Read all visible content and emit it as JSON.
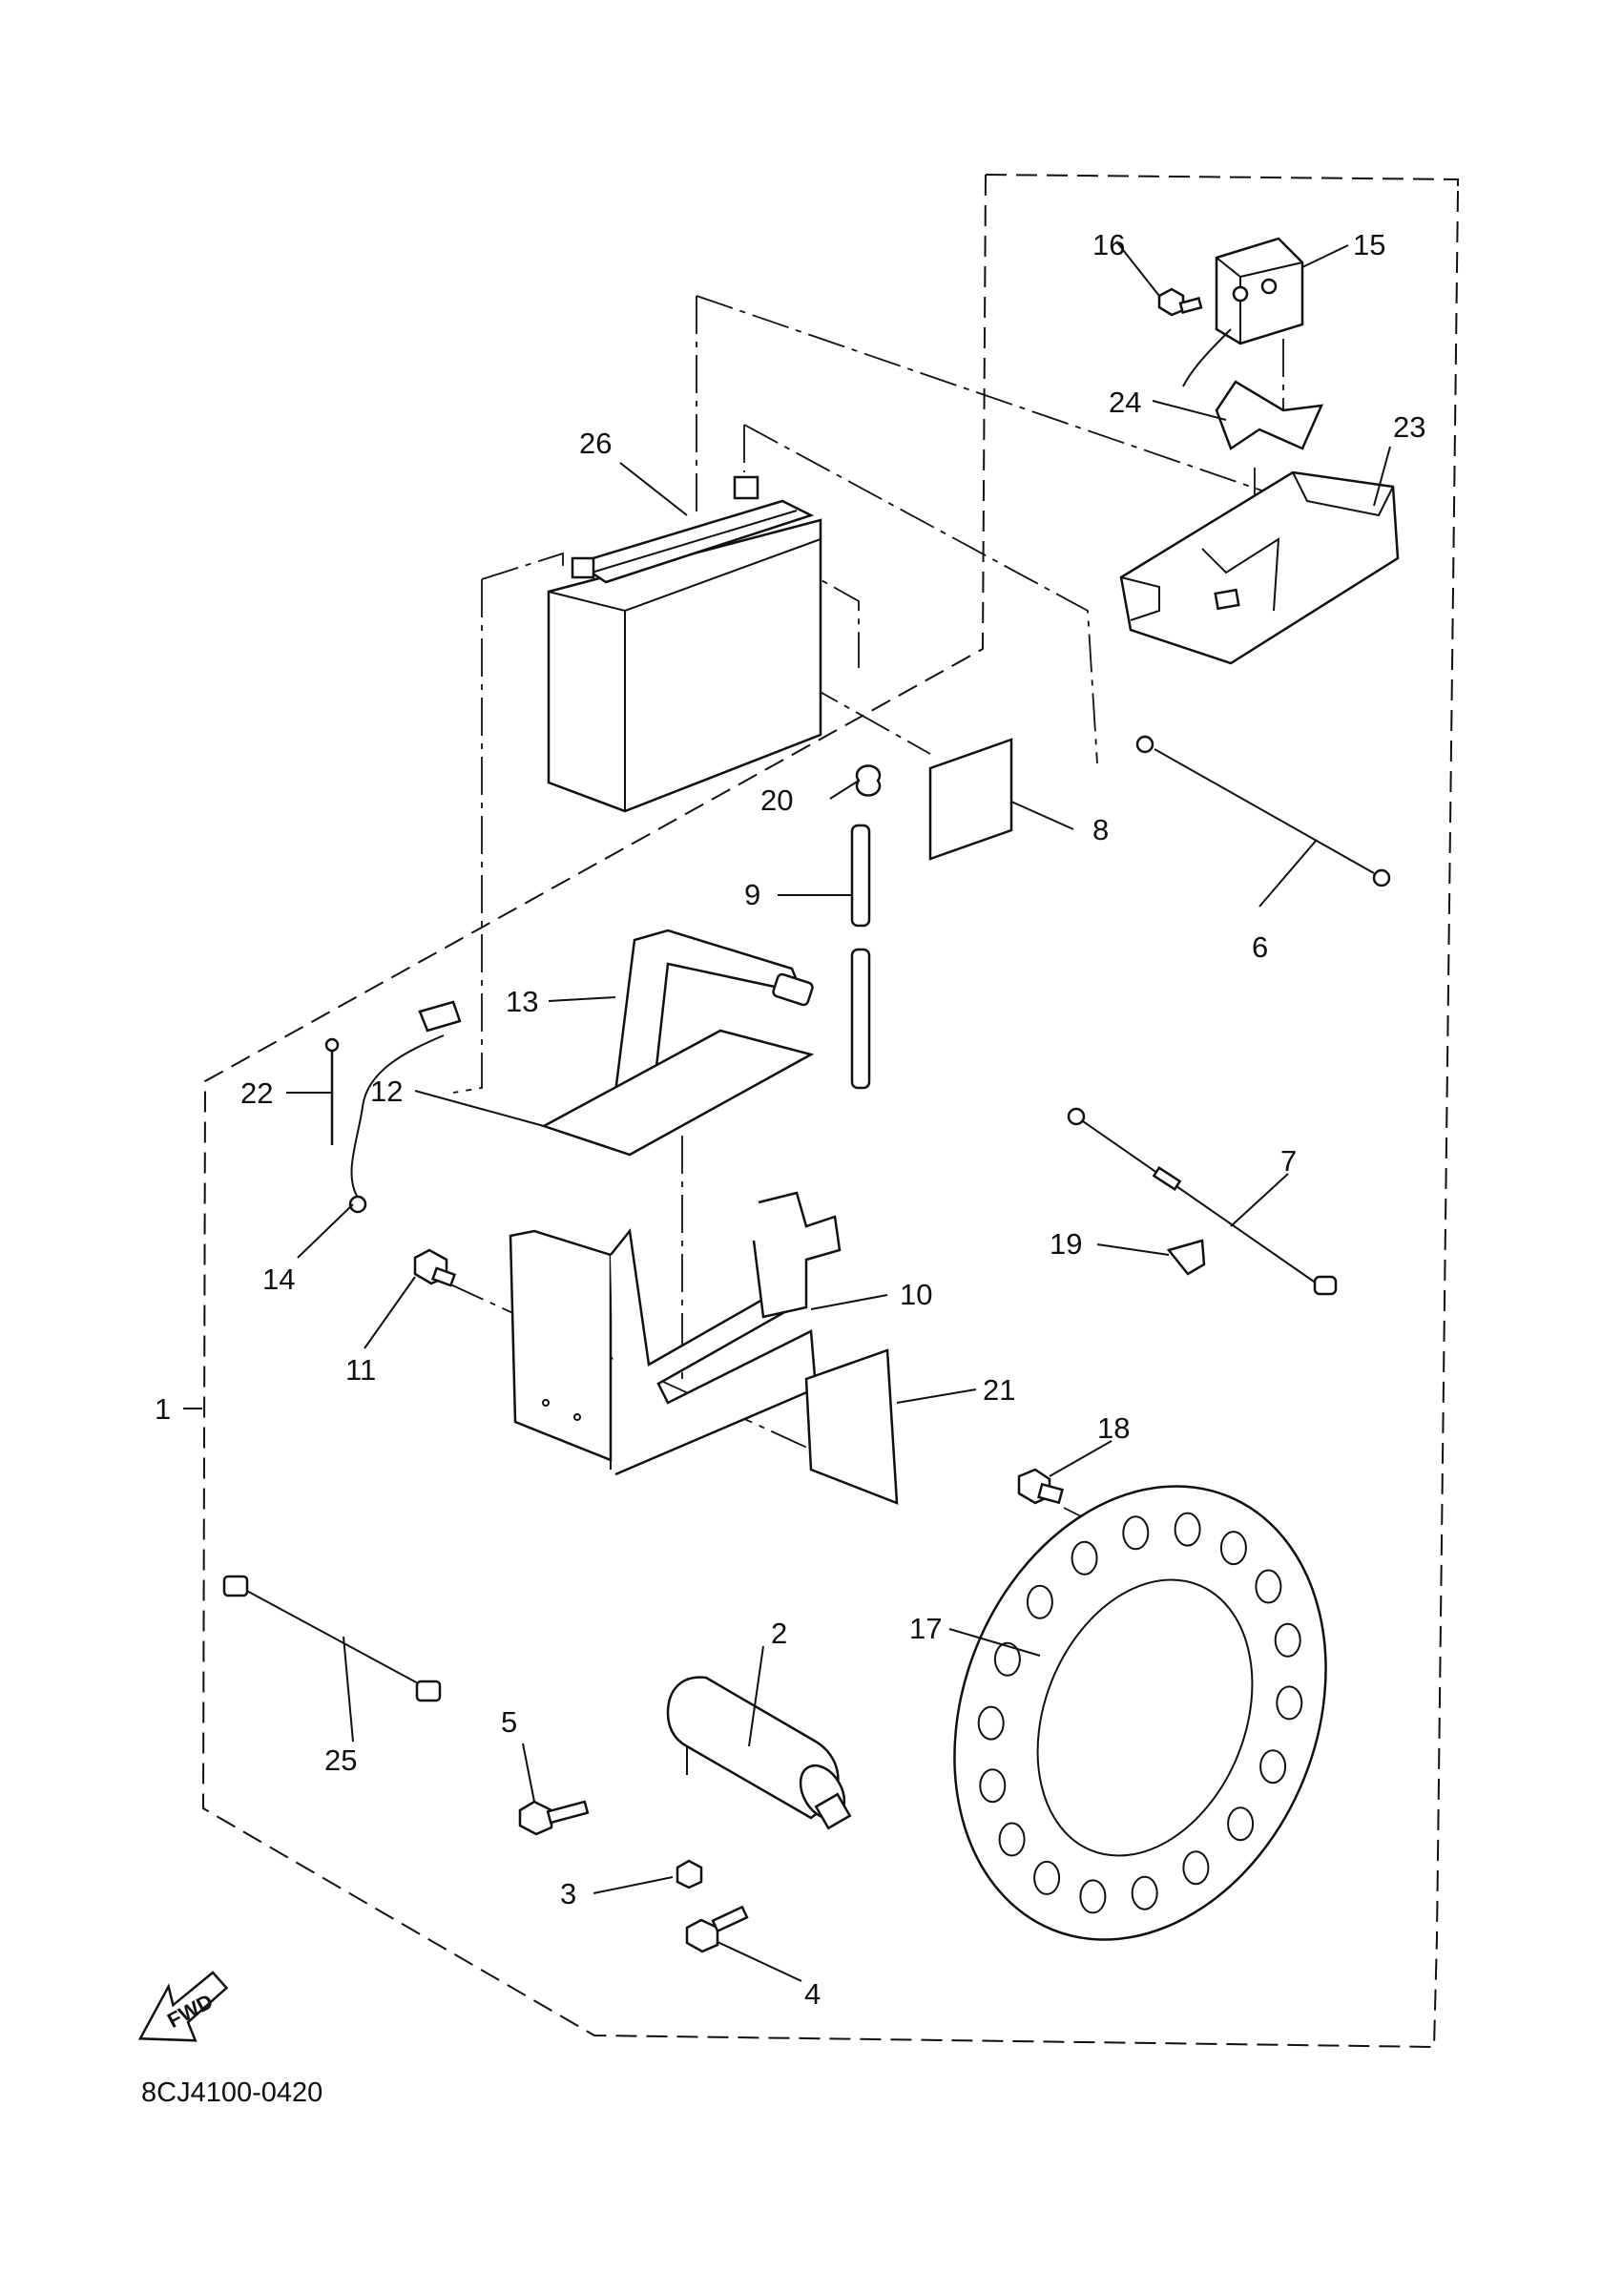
{
  "callouts": [
    {
      "id": "c1",
      "label": "1"
    },
    {
      "id": "c2",
      "label": "2"
    },
    {
      "id": "c3",
      "label": "3"
    },
    {
      "id": "c4",
      "label": "4"
    },
    {
      "id": "c5",
      "label": "5"
    },
    {
      "id": "c6",
      "label": "6"
    },
    {
      "id": "c7",
      "label": "7"
    },
    {
      "id": "c8",
      "label": "8"
    },
    {
      "id": "c9",
      "label": "9"
    },
    {
      "id": "c10",
      "label": "10"
    },
    {
      "id": "c11",
      "label": "11"
    },
    {
      "id": "c12",
      "label": "12"
    },
    {
      "id": "c13",
      "label": "13"
    },
    {
      "id": "c14",
      "label": "14"
    },
    {
      "id": "c15",
      "label": "15"
    },
    {
      "id": "c16",
      "label": "16"
    },
    {
      "id": "c17",
      "label": "17"
    },
    {
      "id": "c18",
      "label": "18"
    },
    {
      "id": "c19",
      "label": "19"
    },
    {
      "id": "c20",
      "label": "20"
    },
    {
      "id": "c21",
      "label": "21"
    },
    {
      "id": "c22",
      "label": "22"
    },
    {
      "id": "c23",
      "label": "23"
    },
    {
      "id": "c24",
      "label": "24"
    },
    {
      "id": "c25",
      "label": "25"
    },
    {
      "id": "c26",
      "label": "26"
    }
  ],
  "forward_arrow": {
    "label": "FWD"
  },
  "diagram_code": "8CJ4100-0420"
}
